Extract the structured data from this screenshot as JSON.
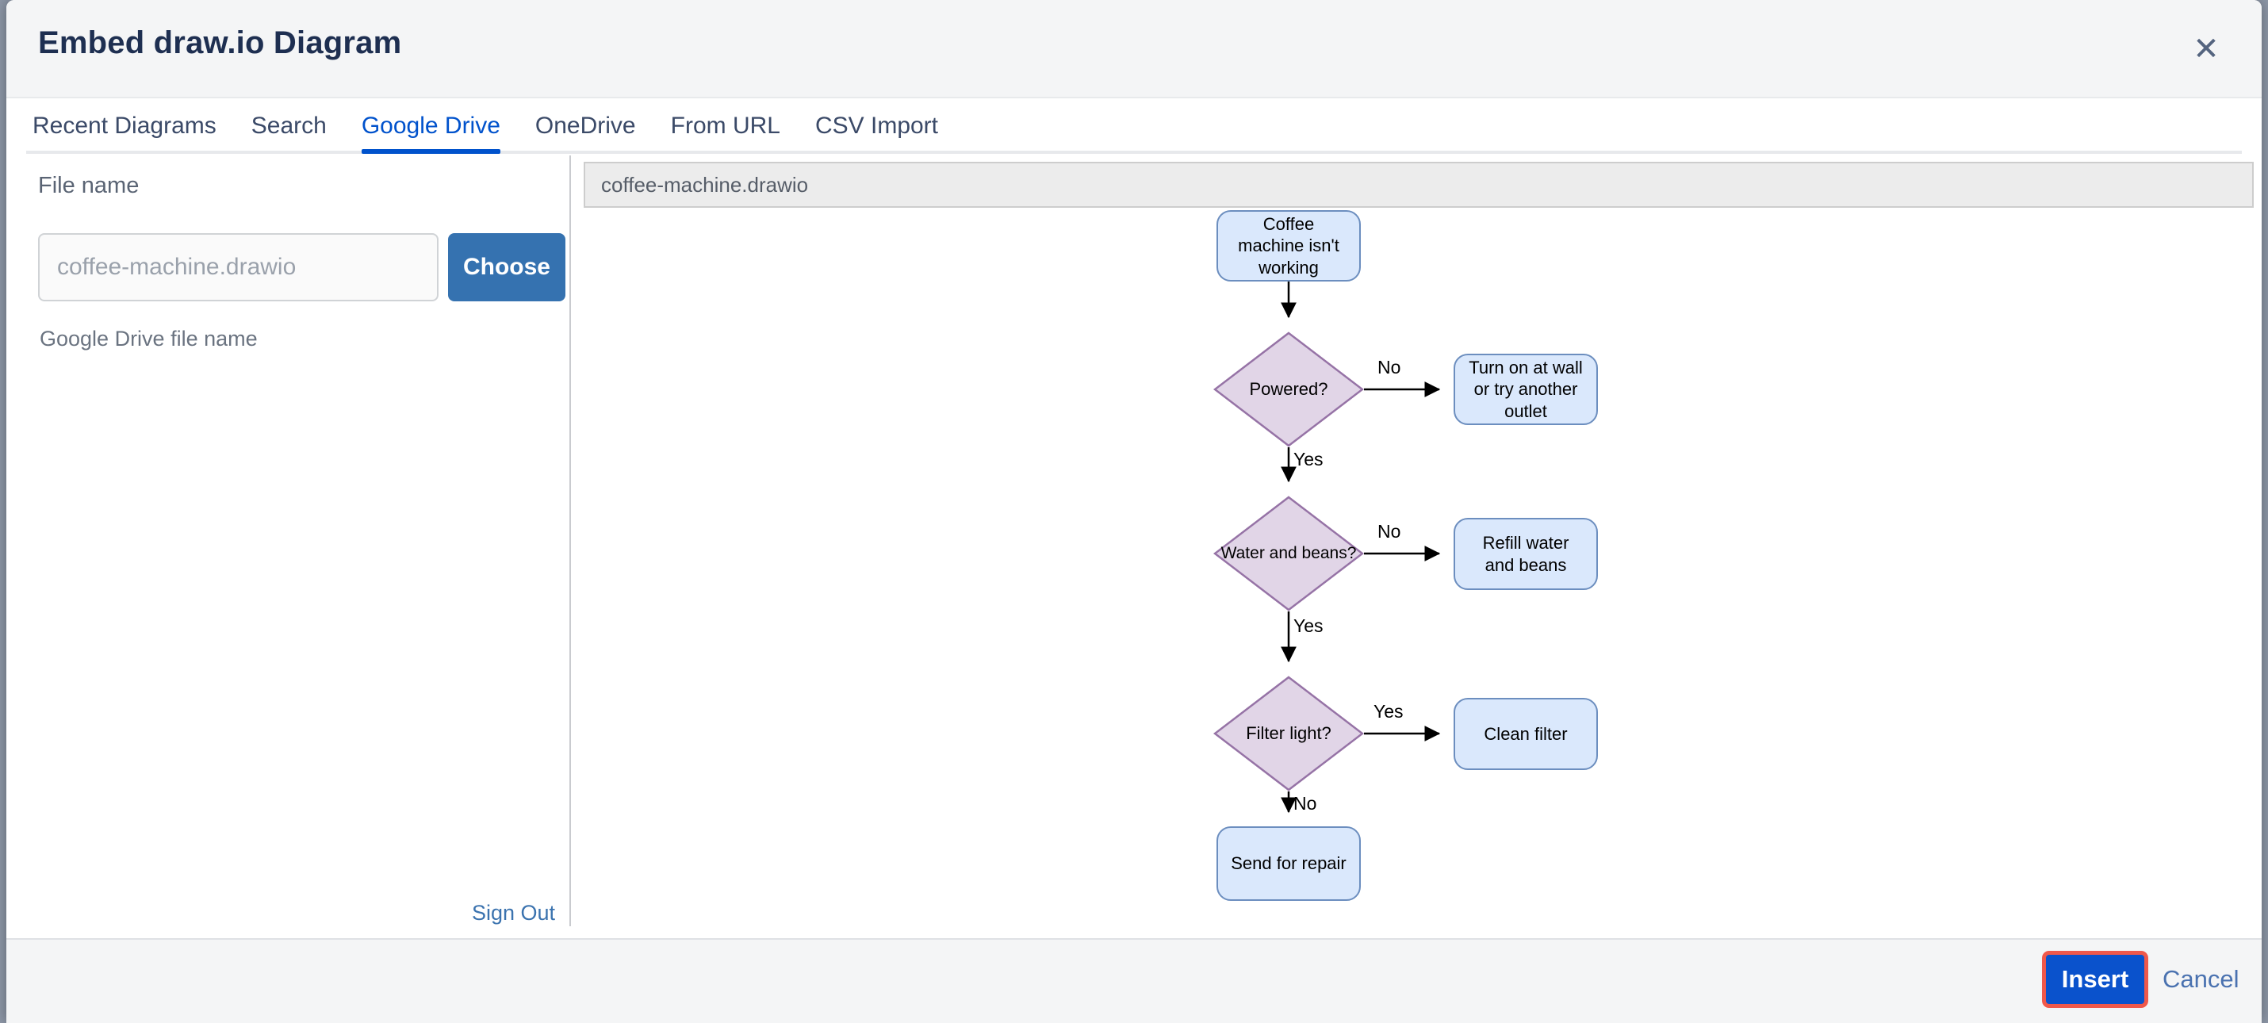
{
  "dialog": {
    "title": "Embed draw.io Diagram",
    "close_icon": "✕"
  },
  "tabs": {
    "items": [
      {
        "label": "Recent Diagrams",
        "active": false
      },
      {
        "label": "Search",
        "active": false
      },
      {
        "label": "Google Drive",
        "active": true
      },
      {
        "label": "OneDrive",
        "active": false
      },
      {
        "label": "From URL",
        "active": false
      },
      {
        "label": "CSV Import",
        "active": false
      }
    ]
  },
  "google_drive_panel": {
    "file_name_label": "File name",
    "file_input_value": "",
    "file_input_placeholder": "coffee-machine.drawio",
    "choose_button": "Choose",
    "helper_text": "Google Drive file name",
    "sign_out_link": "Sign Out"
  },
  "preview": {
    "file_name": "coffee-machine.drawio"
  },
  "diagram": {
    "type": "flowchart",
    "nodes": [
      {
        "id": "start",
        "type": "process",
        "label": "Coffee machine isn't working"
      },
      {
        "id": "powered",
        "type": "decision",
        "label": "Powered?"
      },
      {
        "id": "turn-on",
        "type": "process",
        "label": "Turn on at wall or try another outlet"
      },
      {
        "id": "water-beans",
        "type": "decision",
        "label": "Water and beans?"
      },
      {
        "id": "refill",
        "type": "process",
        "label": "Refill water and beans"
      },
      {
        "id": "filter-light",
        "type": "decision",
        "label": "Filter light?"
      },
      {
        "id": "clean-filter",
        "type": "process",
        "label": "Clean filter"
      },
      {
        "id": "send-repair",
        "type": "process",
        "label": "Send for repair"
      }
    ],
    "edges": [
      {
        "from": "start",
        "to": "powered",
        "label": ""
      },
      {
        "from": "powered",
        "to": "turn-on",
        "label": "No"
      },
      {
        "from": "powered",
        "to": "water-beans",
        "label": "Yes"
      },
      {
        "from": "water-beans",
        "to": "refill",
        "label": "No"
      },
      {
        "from": "water-beans",
        "to": "filter-light",
        "label": "Yes"
      },
      {
        "from": "filter-light",
        "to": "clean-filter",
        "label": "Yes"
      },
      {
        "from": "filter-light",
        "to": "send-repair",
        "label": "No"
      }
    ]
  },
  "footer": {
    "insert_button": "Insert",
    "cancel_link": "Cancel"
  },
  "colors": {
    "accent_blue": "#0052cc",
    "choose_button_blue": "#3572b0",
    "insert_focus_ring": "#f0584a",
    "process_fill": "#dae8fc",
    "process_stroke": "#6c8ebf",
    "decision_fill": "#e1d5e7",
    "decision_stroke": "#9673a6",
    "header_bg": "#f4f5f6",
    "title_text": "#1e2f51"
  }
}
